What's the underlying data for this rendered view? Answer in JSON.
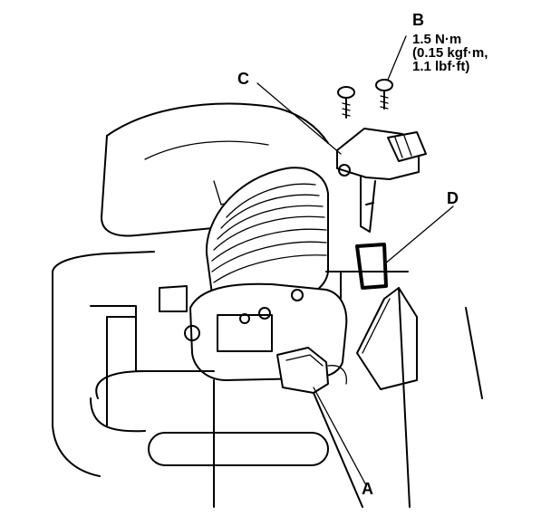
{
  "callouts": {
    "a": "A",
    "b": "B",
    "c": "C",
    "d": "D"
  },
  "torque": {
    "line1": "1.5 N·m",
    "line2": "(0.15 kgf·m,",
    "line3": "1.1 lbf·ft)"
  }
}
